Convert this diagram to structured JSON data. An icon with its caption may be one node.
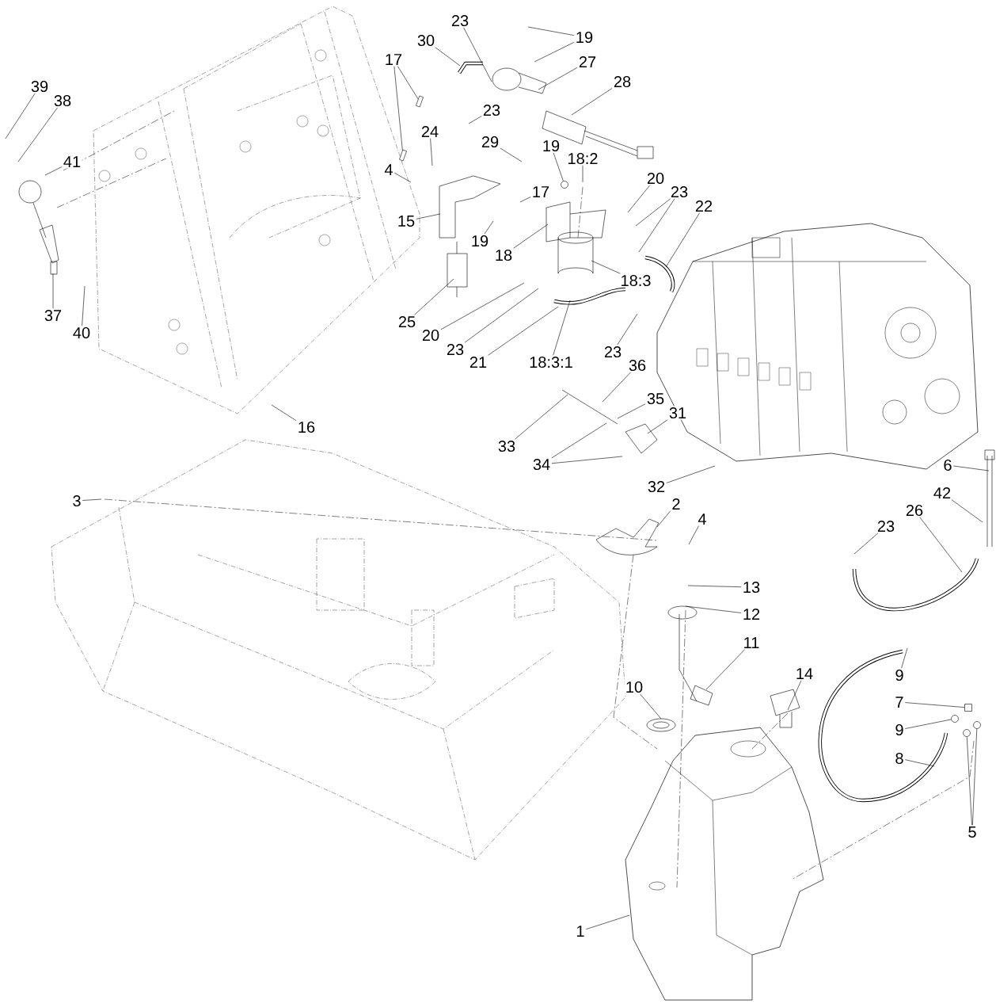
{
  "diagram": {
    "nodes": [
      {
        "text": [
          "23"
        ]
      },
      {
        "text": [
          "19"
        ]
      },
      {
        "text": [
          "30"
        ]
      },
      {
        "text": [
          "17"
        ]
      },
      {
        "text": [
          "27"
        ]
      },
      {
        "text": [
          "28"
        ]
      },
      {
        "text": [
          "39"
        ]
      },
      {
        "text": [
          "38"
        ]
      },
      {
        "text": [
          "23"
        ]
      },
      {
        "text": [
          "29"
        ]
      },
      {
        "text": [
          "24"
        ]
      },
      {
        "text": [
          "19"
        ]
      },
      {
        "text": [
          "18:2"
        ]
      },
      {
        "text": [
          "41"
        ]
      },
      {
        "text": [
          "4"
        ]
      },
      {
        "text": [
          "20"
        ]
      },
      {
        "text": [
          "17"
        ]
      },
      {
        "text": [
          "23"
        ]
      },
      {
        "text": [
          "22"
        ]
      },
      {
        "text": [
          "15"
        ]
      },
      {
        "text": [
          "19"
        ]
      },
      {
        "text": [
          "18"
        ]
      },
      {
        "text": [
          "18:3"
        ]
      },
      {
        "text": [
          "37"
        ]
      },
      {
        "text": [
          "40"
        ]
      },
      {
        "text": [
          "25"
        ]
      },
      {
        "text": [
          "20"
        ]
      },
      {
        "text": [
          "23"
        ]
      },
      {
        "text": [
          "23"
        ]
      },
      {
        "text": [
          "21"
        ]
      },
      {
        "text": [
          "18:3:1"
        ]
      },
      {
        "text": [
          "36"
        ]
      },
      {
        "text": [
          "35"
        ]
      },
      {
        "text": [
          "31"
        ]
      },
      {
        "text": [
          "16"
        ]
      },
      {
        "text": [
          "33"
        ]
      },
      {
        "text": [
          "34"
        ]
      },
      {
        "text": [
          "6"
        ]
      },
      {
        "text": [
          "32"
        ]
      },
      {
        "text": [
          "42"
        ]
      },
      {
        "text": [
          "3"
        ]
      },
      {
        "text": [
          "2"
        ]
      },
      {
        "text": [
          "26"
        ]
      },
      {
        "text": [
          "4"
        ]
      },
      {
        "text": [
          "23"
        ]
      },
      {
        "text": [
          "13"
        ]
      },
      {
        "text": [
          "12"
        ]
      },
      {
        "text": [
          "11"
        ]
      },
      {
        "text": [
          "14"
        ]
      },
      {
        "text": [
          "9"
        ]
      },
      {
        "text": [
          "10"
        ]
      },
      {
        "text": [
          "7"
        ]
      },
      {
        "text": [
          "9"
        ]
      },
      {
        "text": [
          "8"
        ]
      },
      {
        "text": [
          "5"
        ]
      },
      {
        "text": [
          "1"
        ]
      },
      {
        "text": [],
        "shape": "bolt"
      },
      {
        "text": [],
        "shape": "bolt"
      },
      {
        "text": [],
        "shape": "circle"
      },
      {
        "text": [],
        "shape": "circle"
      },
      {
        "text": [],
        "shape": "circle"
      },
      {
        "text": [],
        "shape": "circle"
      },
      {
        "text": [],
        "shape": "box"
      }
    ],
    "edges": [
      {
        "from": 0,
        "to": null,
        "arrow": "none"
      },
      {
        "from": 1,
        "to": null,
        "arrow": "none"
      },
      {
        "from": 1,
        "to": null,
        "arrow": "none"
      },
      {
        "from": 2,
        "to": null,
        "arrow": "none"
      },
      {
        "from": 3,
        "to": 56,
        "arrow": "none"
      },
      {
        "from": 3,
        "to": 57,
        "arrow": "none"
      },
      {
        "from": 4,
        "to": null,
        "arrow": "none"
      },
      {
        "from": 5,
        "to": null,
        "arrow": "none"
      },
      {
        "from": 6,
        "to": null,
        "arrow": "none"
      },
      {
        "from": 7,
        "to": null,
        "arrow": "none"
      },
      {
        "from": 8,
        "to": null,
        "arrow": "none"
      },
      {
        "from": 9,
        "to": null,
        "arrow": "none"
      },
      {
        "from": 10,
        "to": null,
        "arrow": "none"
      },
      {
        "from": 11,
        "to": 58,
        "arrow": "none"
      },
      {
        "from": 12,
        "to": null,
        "arrow": "none"
      },
      {
        "from": 13,
        "to": null,
        "arrow": "none"
      },
      {
        "from": 14,
        "to": null,
        "arrow": "none"
      },
      {
        "from": 15,
        "to": null,
        "arrow": "none"
      },
      {
        "from": 16,
        "to": null,
        "arrow": "none"
      },
      {
        "from": 17,
        "to": null,
        "arrow": "none"
      },
      {
        "from": 17,
        "to": null,
        "arrow": "none"
      },
      {
        "from": 18,
        "to": null,
        "arrow": "none"
      },
      {
        "from": 19,
        "to": null,
        "arrow": "none"
      },
      {
        "from": 20,
        "to": null,
        "arrow": "none"
      },
      {
        "from": 21,
        "to": null,
        "arrow": "none"
      },
      {
        "from": 22,
        "to": null,
        "arrow": "none"
      },
      {
        "from": 23,
        "to": null,
        "arrow": "none"
      },
      {
        "from": 24,
        "to": null,
        "arrow": "none"
      },
      {
        "from": 25,
        "to": null,
        "arrow": "none"
      },
      {
        "from": 26,
        "to": null,
        "arrow": "none"
      },
      {
        "from": 27,
        "to": null,
        "arrow": "none"
      },
      {
        "from": 28,
        "to": null,
        "arrow": "none"
      },
      {
        "from": 29,
        "to": null,
        "arrow": "none"
      },
      {
        "from": 30,
        "to": null,
        "arrow": "none"
      },
      {
        "from": 31,
        "to": null,
        "arrow": "none"
      },
      {
        "from": 32,
        "to": null,
        "arrow": "none"
      },
      {
        "from": 33,
        "to": null,
        "arrow": "none"
      },
      {
        "from": 34,
        "to": null,
        "arrow": "none"
      },
      {
        "from": 35,
        "to": null,
        "arrow": "none"
      },
      {
        "from": 36,
        "to": null,
        "arrow": "none"
      },
      {
        "from": 36,
        "to": null,
        "arrow": "none"
      },
      {
        "from": 37,
        "to": null,
        "arrow": "none"
      },
      {
        "from": 38,
        "to": null,
        "arrow": "none"
      },
      {
        "from": 39,
        "to": null,
        "arrow": "none"
      },
      {
        "from": 40,
        "to": null,
        "arrow": "none"
      },
      {
        "from": 41,
        "to": null,
        "arrow": "none"
      },
      {
        "from": 42,
        "to": null,
        "arrow": "none"
      },
      {
        "from": 43,
        "to": null,
        "arrow": "none"
      },
      {
        "from": 44,
        "to": null,
        "arrow": "none"
      },
      {
        "from": 45,
        "to": null,
        "arrow": "none"
      },
      {
        "from": 46,
        "to": null,
        "arrow": "none"
      },
      {
        "from": 47,
        "to": null,
        "arrow": "none"
      },
      {
        "from": 48,
        "to": null,
        "arrow": "none"
      },
      {
        "from": 49,
        "to": null,
        "arrow": "none"
      },
      {
        "from": 50,
        "to": null,
        "arrow": "none"
      },
      {
        "from": 51,
        "to": 62,
        "arrow": "none"
      },
      {
        "from": 52,
        "to": 61,
        "arrow": "none"
      },
      {
        "from": 53,
        "to": null,
        "arrow": "none"
      },
      {
        "from": 54,
        "to": 59,
        "arrow": "none"
      },
      {
        "from": 54,
        "to": 60,
        "arrow": "none"
      },
      {
        "from": 55,
        "to": null,
        "arrow": "none"
      }
    ]
  }
}
